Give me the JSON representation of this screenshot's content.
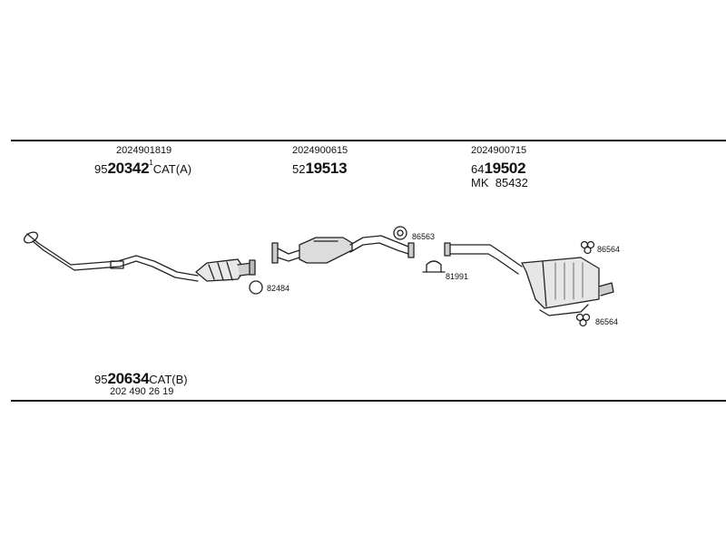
{
  "groups": [
    {
      "oe": "2024901819",
      "prefix": "95",
      "part": "20342",
      "marker": "1",
      "suffix": "CAT(A)"
    },
    {
      "oe": "2024900615",
      "prefix": "52",
      "part": "19513"
    },
    {
      "oe": "2024900715",
      "prefix": "64",
      "part": "19502",
      "extra_prefix": "MK",
      "extra_num": "85432"
    }
  ],
  "bottom": {
    "prefix": "95",
    "part": "20634",
    "suffix": "CAT(B)",
    "oe": "202 490 26 19"
  },
  "callouts": {
    "ring_left": "82484",
    "gasket": "86563",
    "clamp": "81991",
    "hanger_top": "86564",
    "hanger_bottom": "86564"
  }
}
